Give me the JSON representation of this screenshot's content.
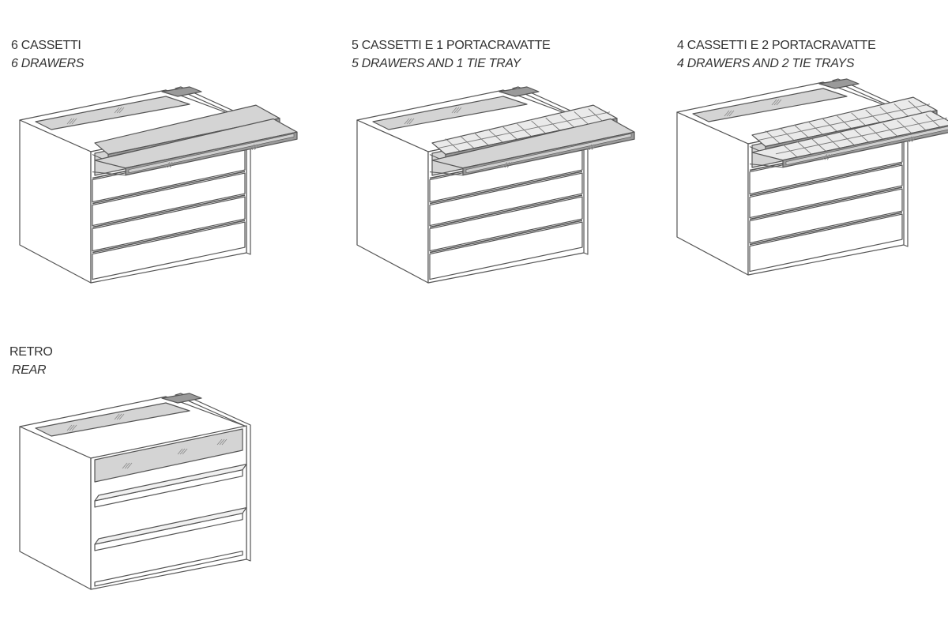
{
  "panels": [
    {
      "title": "6 CASSETTI",
      "subtitle": "6 DRAWERS",
      "config": {
        "closed_drawers": 4,
        "open_drawers": 2,
        "tie_trays": 0,
        "rear": false
      }
    },
    {
      "title": "5 CASSETTI E 1 PORTACRAVATTE",
      "subtitle": "5 DRAWERS AND 1 TIE TRAY",
      "config": {
        "closed_drawers": 4,
        "open_drawers": 1,
        "tie_trays": 1,
        "rear": false
      }
    },
    {
      "title": "4 CASSETTI E 2 PORTACRAVATTE",
      "subtitle": "4 DRAWERS AND 2 TIE TRAYS",
      "config": {
        "closed_drawers": 4,
        "open_drawers": 0,
        "tie_trays": 2,
        "rear": false
      }
    },
    {
      "title": "RETRO",
      "subtitle": "REAR",
      "config": {
        "closed_drawers": 0,
        "open_drawers": 0,
        "tie_trays": 0,
        "rear": true
      }
    }
  ],
  "colors": {
    "line": "#555555",
    "panel": "#ffffff",
    "glass": "#d4d4d4",
    "glass_dark": "#9a9a9a"
  }
}
